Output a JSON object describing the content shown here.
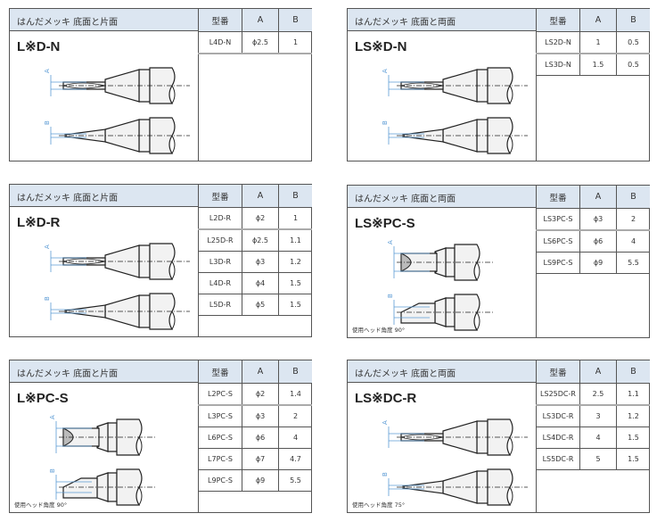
{
  "columns": {
    "model": "型番",
    "a": "A",
    "b": "B"
  },
  "panels": [
    {
      "header": "はんだメッキ 底面と片面",
      "title": "L※D-N",
      "type": "DN",
      "rows": [
        [
          "L4D-N",
          "ϕ2.5",
          "1"
        ]
      ]
    },
    {
      "header": "はんだメッキ 底面と両面",
      "title": "LS※D-N",
      "type": "SDN",
      "rows": [
        [
          "LS2D-N",
          "1",
          "0.5"
        ],
        [
          "LS3D-N",
          "1.5",
          "0.5"
        ]
      ]
    },
    {
      "header": "はんだメッキ 底面と片面",
      "title": "L※D-R",
      "type": "DR",
      "rows": [
        [
          "L2D-R",
          "ϕ2",
          "1"
        ],
        [
          "L25D-R",
          "ϕ2.5",
          "1.1"
        ],
        [
          "L3D-R",
          "ϕ3",
          "1.2"
        ],
        [
          "L4D-R",
          "ϕ4",
          "1.5"
        ],
        [
          "L5D-R",
          "ϕ5",
          "1.5"
        ]
      ]
    },
    {
      "header": "はんだメッキ 底面と両面",
      "title": "LS※PC-S",
      "type": "SPC",
      "note": "使用ヘッド角度 90°",
      "rows": [
        [
          "LS3PC-S",
          "ϕ3",
          "2"
        ],
        [
          "LS6PC-S",
          "ϕ6",
          "4"
        ],
        [
          "LS9PC-S",
          "ϕ9",
          "5.5"
        ]
      ]
    },
    {
      "header": "はんだメッキ 底面と片面",
      "title": "L※PC-S",
      "type": "PC",
      "note": "使用ヘッド角度 90°",
      "rows": [
        [
          "L2PC-S",
          "ϕ2",
          "1.4"
        ],
        [
          "L3PC-S",
          "ϕ3",
          "2"
        ],
        [
          "L6PC-S",
          "ϕ6",
          "4"
        ],
        [
          "L7PC-S",
          "ϕ7",
          "4.7"
        ],
        [
          "L9PC-S",
          "ϕ9",
          "5.5"
        ]
      ]
    },
    {
      "header": "はんだメッキ 底面と両面",
      "title": "LS※DC-R",
      "type": "SDC",
      "note": "使用ヘッド角度 75°",
      "rows": [
        [
          "LS25DC-R",
          "2.5",
          "1.1"
        ],
        [
          "LS3DC-R",
          "3",
          "1.2"
        ],
        [
          "LS4DC-R",
          "4",
          "1.5"
        ],
        [
          "LS5DC-R",
          "5",
          "1.5"
        ]
      ]
    }
  ]
}
